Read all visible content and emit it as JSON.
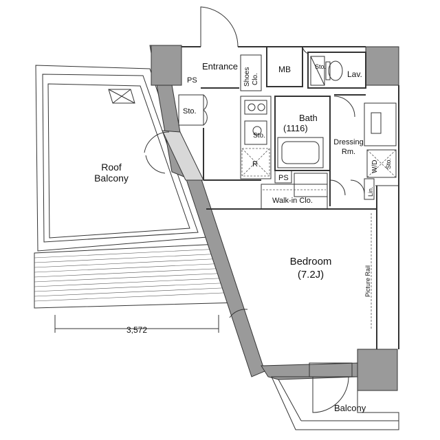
{
  "rooms": {
    "entrance": "Entrance",
    "shoes_closet_line1": "Shoes",
    "shoes_closet_line2": "Clo.",
    "mb": "MB",
    "lav": "Lav.",
    "ps_top": "PS",
    "ps_bath": "PS",
    "storage_left": "Sto.",
    "storage_toilet": "Sto.",
    "storage_kitchen": "Sto.",
    "storage_dressing": "Sto.",
    "refrigerator": "R",
    "bath_line1": "Bath",
    "bath_line2": "(1116)",
    "dressing_line1": "Dressing",
    "dressing_line2": "Rm.",
    "wd": "W/D",
    "linen": "Lin.",
    "walkin": "Walk-in Clo.",
    "bedroom_line1": "Bedroom",
    "bedroom_line2": "(7.2J)",
    "picture_rail": "Picture Rail",
    "roof_balcony_line1": "Roof",
    "roof_balcony_line2": "Balcony",
    "balcony": "Balcony"
  },
  "dimension": "3,572"
}
